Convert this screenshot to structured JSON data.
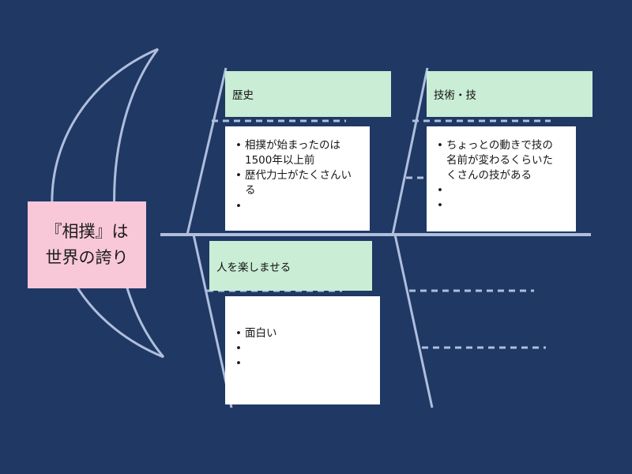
{
  "diagram_type": "fishbone",
  "title_box": {
    "line1": "『相撲』は",
    "line2": "世界の誇り"
  },
  "branches": [
    {
      "title": "歴史",
      "bullets": [
        "相撲が始まったのは1500年以上前",
        "歴代力士がたくさんいる",
        ""
      ]
    },
    {
      "title": "技術・技",
      "bullets": [
        "ちょっとの動きで技の名前が変わるくらいたくさんの技がある",
        "",
        ""
      ]
    },
    {
      "title": "人を楽しませる",
      "bullets": [
        "面白い",
        "",
        ""
      ]
    }
  ],
  "colors": {
    "background": "#1f3864",
    "line": "#afbedd",
    "branch_header_fill": "#c9edd5",
    "card_fill": "#ffffff",
    "head_fill": "#f8c8d9",
    "text": "#1c1c1c"
  }
}
